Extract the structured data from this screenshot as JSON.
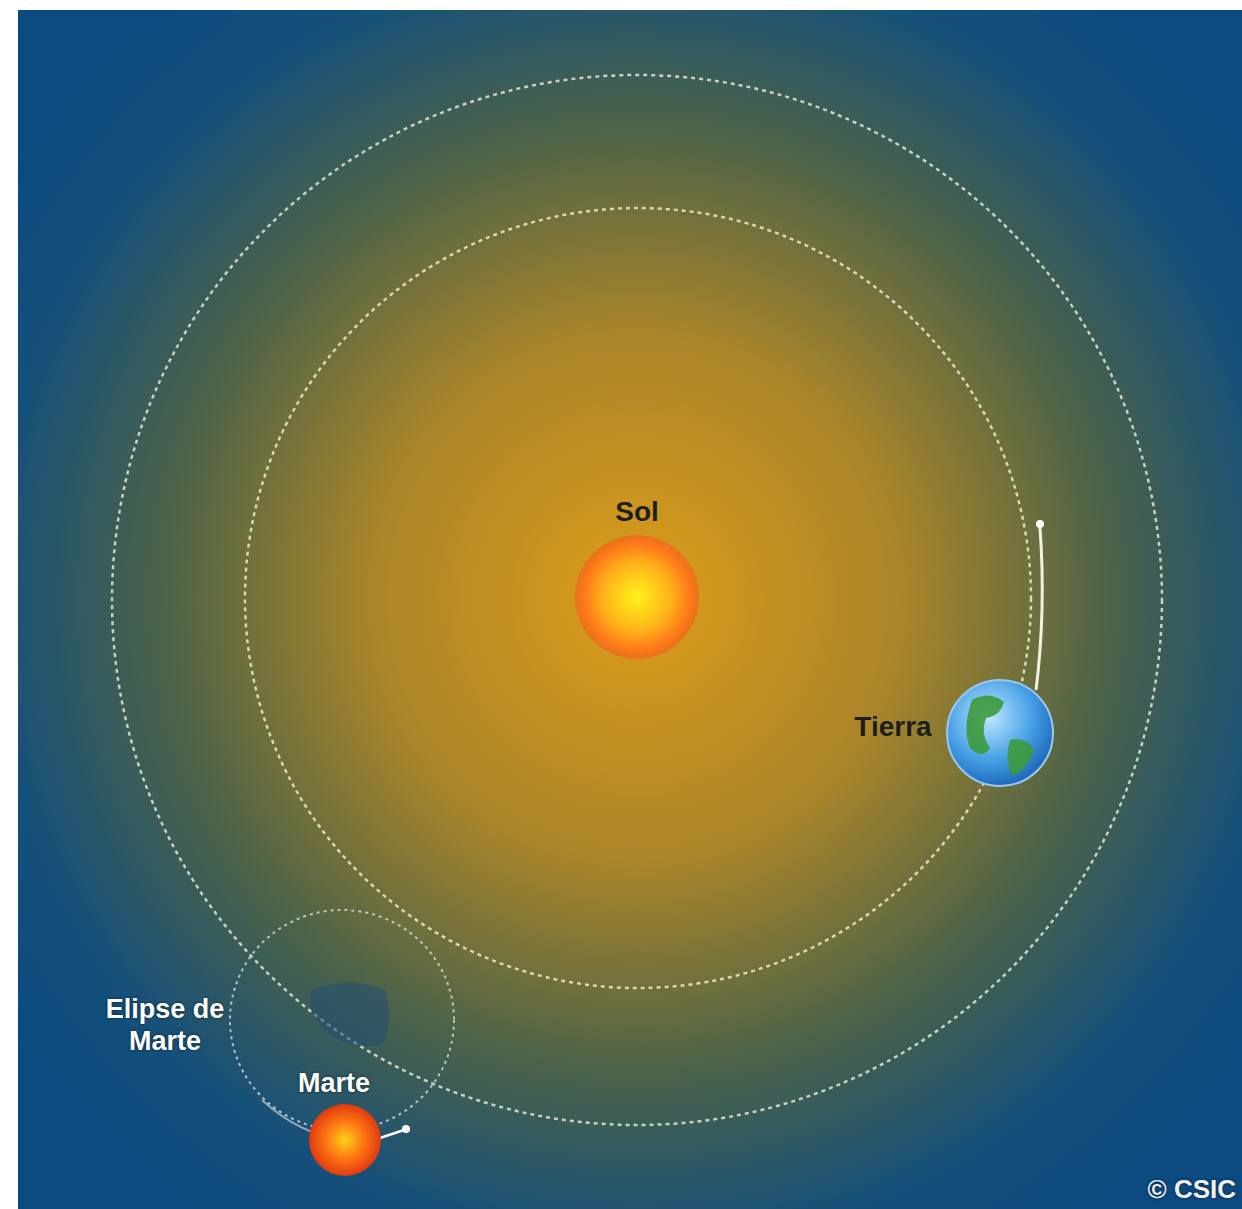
{
  "diagram": {
    "nodes": [
      {
        "text": [
          "Sol"
        ]
      },
      {
        "text": [
          "Tierra"
        ]
      },
      {
        "text": [
          "Elipse de Marte"
        ]
      },
      {
        "text": [
          "Marte"
        ]
      }
    ],
    "labels": [
      "© CSIC"
    ]
  }
}
